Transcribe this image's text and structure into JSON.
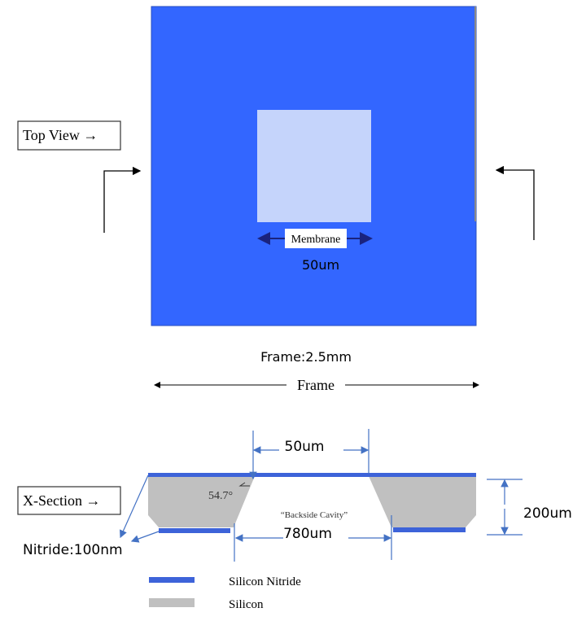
{
  "top_view": {
    "label": "Top View →",
    "membrane_label": "Membrane",
    "membrane_size": "50um",
    "frame_size": "Frame:2.5mm",
    "frame_label": "Frame"
  },
  "cross_section": {
    "label": "X-Section →",
    "top_width": "50um",
    "angle": "54.7°",
    "cavity_label": "“Backside Cavity”",
    "bottom_width": "780um",
    "thickness": "200um",
    "nitride_thickness": "Nitride:100nm"
  },
  "legend": {
    "items": [
      {
        "label": "Silicon Nitride",
        "color": "#3d63d9"
      },
      {
        "label": "Silicon",
        "color": "#c0c0c0"
      }
    ]
  },
  "colors": {
    "frame": "#3366ff",
    "membrane": "#c5d4fb",
    "dimension": "#4472c4"
  }
}
